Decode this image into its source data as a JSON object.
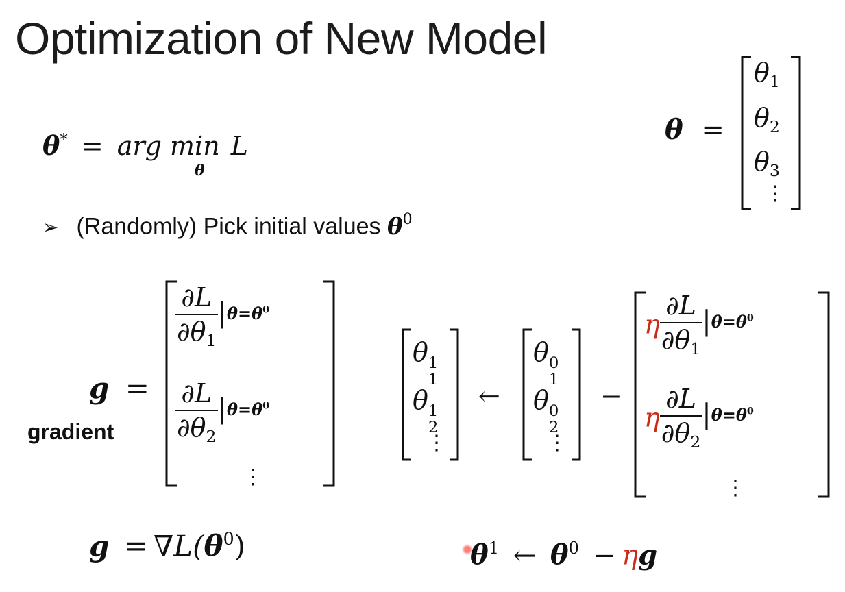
{
  "slide": {
    "title": "Optimization of New Model"
  },
  "eq_optimum": {
    "lhs_symbol": "θ",
    "lhs_star": "*",
    "equals": "=",
    "argmin_text": "arg min",
    "argmin_sub": "θ",
    "loss": "L"
  },
  "theta_vector": {
    "lhs_symbol": "θ",
    "equals": "=",
    "entries": [
      {
        "base": "θ",
        "sub": "1"
      },
      {
        "base": "θ",
        "sub": "2"
      },
      {
        "base": "θ",
        "sub": "3"
      }
    ],
    "ellipsis": "⋮"
  },
  "bullet": {
    "marker": "➢",
    "text": "(Randomly) Pick initial values ",
    "symbol": "θ",
    "symbol_sup": "0"
  },
  "gradient_def": {
    "lhs": "g",
    "equals": "=",
    "label": "gradient",
    "rows": [
      {
        "num": "∂L",
        "den_base": "∂θ",
        "den_sub": "1"
      },
      {
        "num": "∂L",
        "den_base": "∂θ",
        "den_sub": "2"
      }
    ],
    "eval_bar": "|",
    "eval_text": "θ=θ",
    "eval_sup": "0",
    "ellipsis": "⋮"
  },
  "update_rule": {
    "new_entries": [
      {
        "base": "θ",
        "sub": "1",
        "sup": "1"
      },
      {
        "base": "θ",
        "sub": "2",
        "sup": "1"
      }
    ],
    "arrow": "←",
    "old_entries": [
      {
        "base": "θ",
        "sub": "1",
        "sup": "0"
      },
      {
        "base": "θ",
        "sub": "2",
        "sup": "0"
      }
    ],
    "minus": "−",
    "eta": "η",
    "rows": [
      {
        "num": "∂L",
        "den_base": "∂θ",
        "den_sub": "1"
      },
      {
        "num": "∂L",
        "den_base": "∂θ",
        "den_sub": "2"
      }
    ],
    "eval_bar": "|",
    "eval_text": "θ=θ",
    "eval_sup": "0",
    "ellipsis": "⋮"
  },
  "gradient_compact": {
    "lhs": "g",
    "equals": "=",
    "nabla": "∇L(",
    "symbol": "θ",
    "symbol_sup": "0",
    "close": ")"
  },
  "update_compact": {
    "lhs": "θ",
    "lhs_sup": "1",
    "arrow": "←",
    "rhs_symbol": "θ",
    "rhs_sup": "0",
    "minus": "−",
    "eta": "η",
    "g": "g"
  },
  "colors": {
    "text": "#111111",
    "accent_red": "#cc2a1a",
    "background": "#ffffff"
  }
}
